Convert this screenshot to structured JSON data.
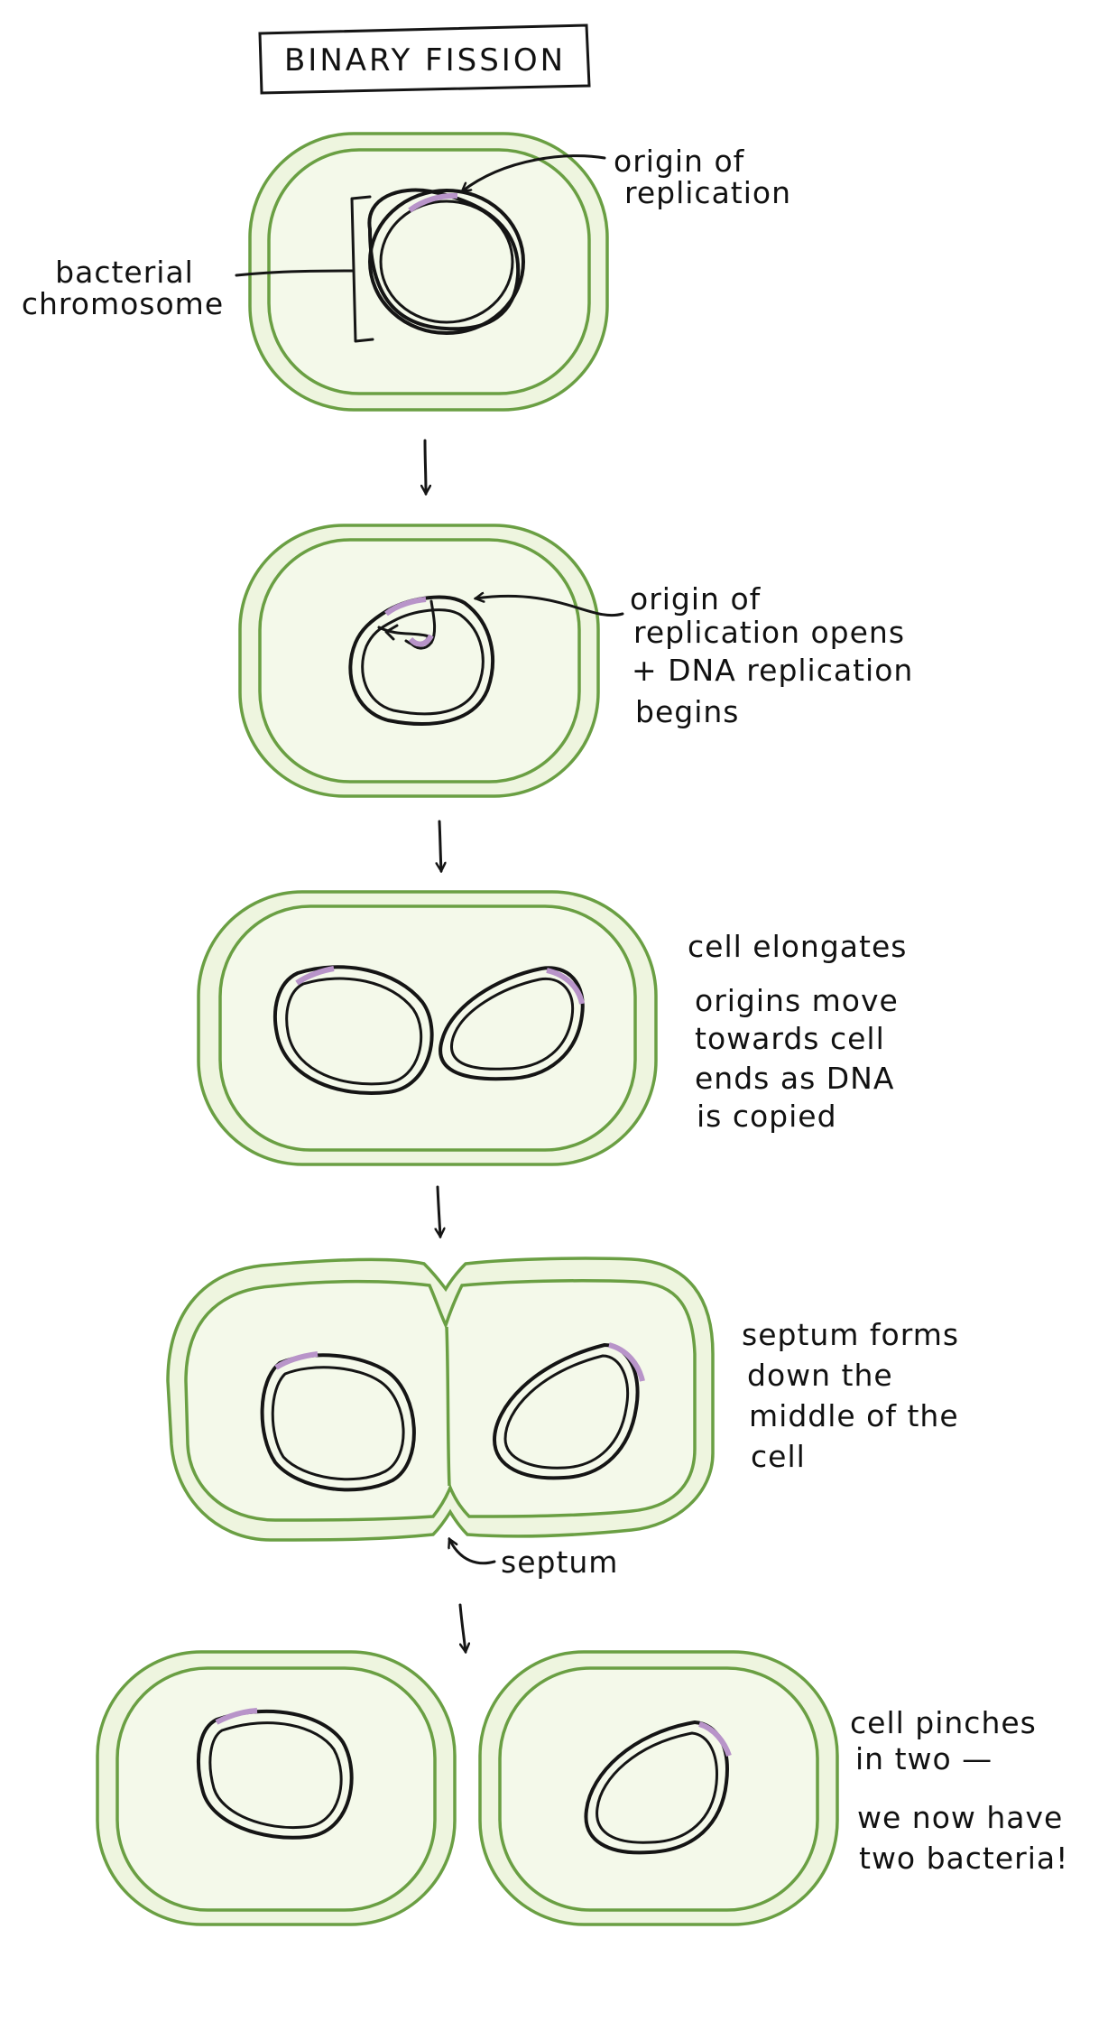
{
  "title": "BINARY FISSION",
  "colors": {
    "cell_outline": "#6a9f43",
    "cell_fill": "#eef5df",
    "origin": "#b894c9",
    "ink": "#151515"
  },
  "stages": [
    {
      "labels": {
        "origin": [
          "origin of",
          "replication"
        ],
        "chromosome": [
          "bacterial",
          "chromosome"
        ]
      }
    },
    {
      "labels": {
        "description": [
          "origin of",
          "replication opens",
          "+ DNA replication",
          "begins"
        ]
      }
    },
    {
      "labels": {
        "heading": "cell elongates",
        "description": [
          "origins move",
          "towards cell",
          "ends as DNA",
          "is copied"
        ]
      }
    },
    {
      "labels": {
        "description": [
          "septum forms",
          "down the",
          "middle of the",
          "cell"
        ],
        "septum": "septum"
      }
    },
    {
      "labels": {
        "description": [
          "cell pinches",
          "in two —"
        ],
        "conclusion": [
          "we now have",
          "two bacteria!"
        ]
      }
    }
  ]
}
